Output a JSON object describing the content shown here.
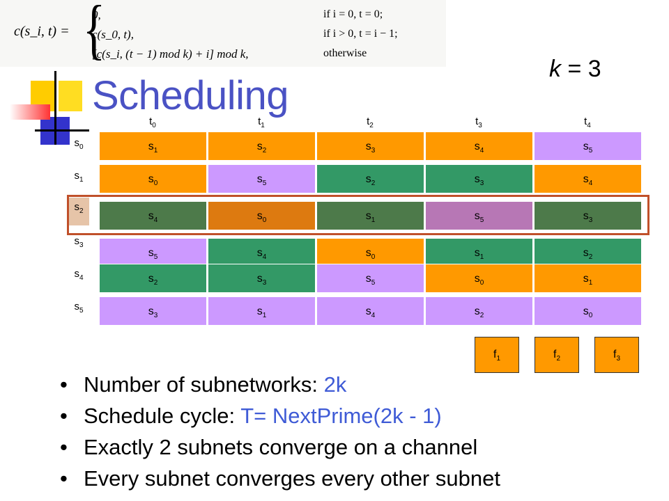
{
  "formula": {
    "lhs": "c(s_i, t) =",
    "cases": [
      {
        "expr": "0,",
        "cond": "if i = 0, t = 0;"
      },
      {
        "expr": "c(s_0, t),",
        "cond": "if i > 0, t = i − 1;"
      },
      {
        "expr": "[c(s_i, (t − 1) mod k) + i] mod k,",
        "cond": "otherwise"
      }
    ]
  },
  "k_label": {
    "var": "k",
    "rest": " = 3"
  },
  "title": "Scheduling",
  "columns": [
    "0",
    "1",
    "2",
    "3",
    "4"
  ],
  "rows": [
    "0",
    "1",
    "2",
    "3",
    "4",
    "5"
  ],
  "highlighted_row": 2,
  "colors": {
    "orange": "#ff9900",
    "purple": "#cc99ff",
    "green": "#339966",
    "hl_orange": "#dd7a10",
    "hl_purple": "#b777b5",
    "hl_green": "#4d7a4a",
    "highlight_border": "#c0502a",
    "title_blue": "#4a52c4",
    "text_blue": "#3f5bd6"
  },
  "grid": [
    [
      {
        "s": "1",
        "c": "orange"
      },
      {
        "s": "2",
        "c": "orange"
      },
      {
        "s": "3",
        "c": "orange"
      },
      {
        "s": "4",
        "c": "orange"
      },
      {
        "s": "5",
        "c": "purple"
      }
    ],
    [
      {
        "s": "0",
        "c": "orange"
      },
      {
        "s": "5",
        "c": "purple"
      },
      {
        "s": "2",
        "c": "green"
      },
      {
        "s": "3",
        "c": "green"
      },
      {
        "s": "4",
        "c": "orange"
      }
    ],
    [
      {
        "s": "4",
        "c": "hl_green"
      },
      {
        "s": "0",
        "c": "hl_orange"
      },
      {
        "s": "1",
        "c": "hl_green"
      },
      {
        "s": "5",
        "c": "hl_purple"
      },
      {
        "s": "3",
        "c": "hl_green"
      }
    ],
    [
      {
        "s": "5",
        "c": "purple"
      },
      {
        "s": "4",
        "c": "green"
      },
      {
        "s": "0",
        "c": "orange"
      },
      {
        "s": "1",
        "c": "green"
      },
      {
        "s": "2",
        "c": "green"
      }
    ],
    [
      {
        "s": "2",
        "c": "green"
      },
      {
        "s": "3",
        "c": "green"
      },
      {
        "s": "5",
        "c": "purple"
      },
      {
        "s": "0",
        "c": "orange"
      },
      {
        "s": "1",
        "c": "orange"
      }
    ],
    [
      {
        "s": "3",
        "c": "purple"
      },
      {
        "s": "1",
        "c": "purple"
      },
      {
        "s": "4",
        "c": "purple"
      },
      {
        "s": "2",
        "c": "purple"
      },
      {
        "s": "0",
        "c": "purple"
      }
    ]
  ],
  "frequencies": [
    "1",
    "2",
    "3"
  ],
  "bullets": {
    "b1": {
      "text": "Number of subnetworks: ",
      "blue": "2k"
    },
    "b2": {
      "text": "Schedule cycle: ",
      "blue": "T= NextPrime(2k - 1)"
    },
    "b3": {
      "text": "Exactly 2 subnets converge on a channel"
    },
    "b4": {
      "text": "Every subnet converges every other subnet"
    }
  }
}
